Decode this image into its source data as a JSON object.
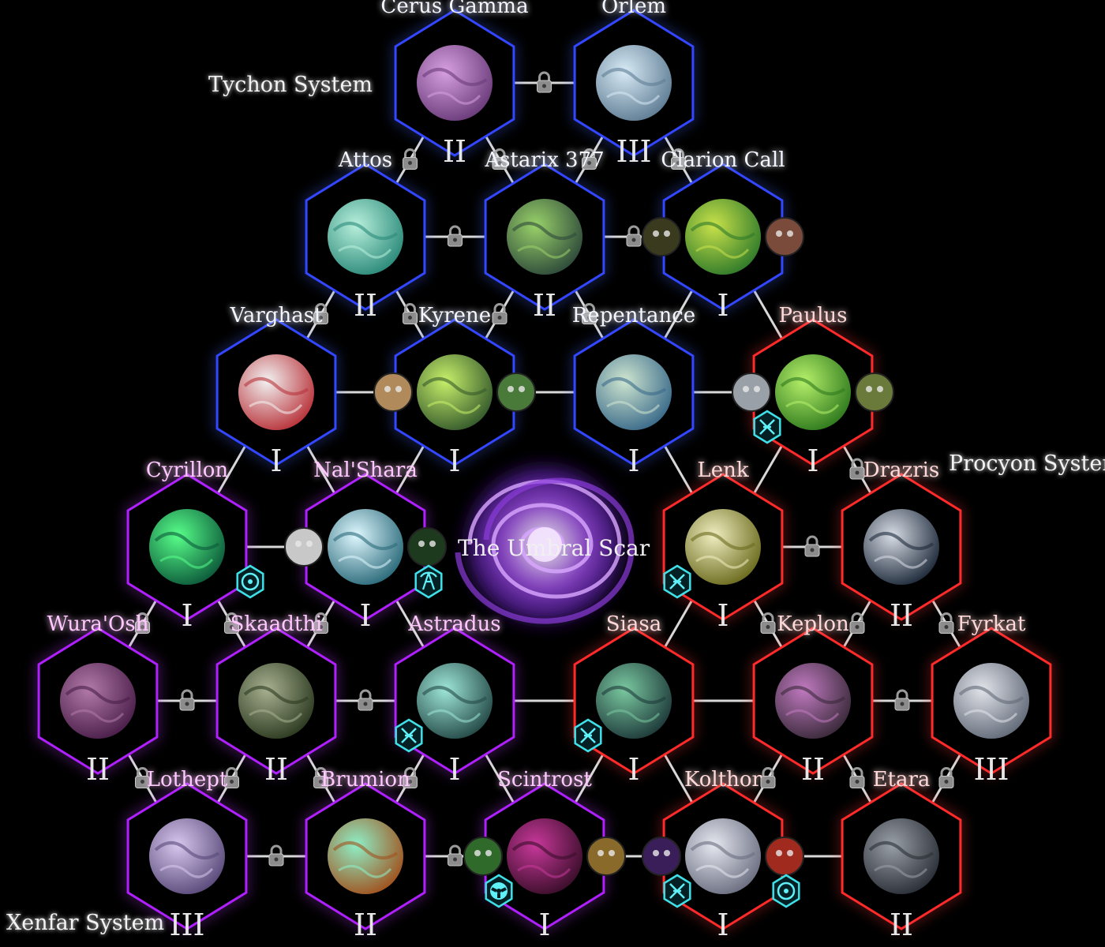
{
  "systems": [
    {
      "label": "Tychon System"
    },
    {
      "label": "Procyon System"
    },
    {
      "label": "Xenfar System"
    }
  ],
  "anomaly": {
    "label": "The Umbral Scar"
  },
  "factions": {
    "tychon": {
      "color": "#3247ff",
      "glow": "#4a6bff",
      "text": "#f4f6ff"
    },
    "procyon": {
      "color": "#ff2a2a",
      "glow": "#ff3b3b",
      "text": "#ffd8d8"
    },
    "xenfar": {
      "color": "#b020ff",
      "glow": "#c040ff",
      "text": "#ffc8ff"
    }
  },
  "planets": [
    {
      "id": "cerus-gamma",
      "name": "Cerus Gamma",
      "tier": "II",
      "faction": "tychon",
      "colors": [
        "#d7a0e0",
        "#6a3b7a"
      ]
    },
    {
      "id": "orlem",
      "name": "Orlem",
      "tier": "III",
      "faction": "tychon",
      "colors": [
        "#d8eaf5",
        "#5f7d94"
      ]
    },
    {
      "id": "attos",
      "name": "Attos",
      "tier": "II",
      "faction": "tychon",
      "colors": [
        "#b8f0dc",
        "#2c8a7a"
      ]
    },
    {
      "id": "astarix-377",
      "name": "Astarix 377",
      "tier": "II",
      "faction": "tychon",
      "colors": [
        "#9ad26a",
        "#2e4a3a"
      ]
    },
    {
      "id": "clarion-call",
      "name": "Clarion Call",
      "tier": "I",
      "faction": "tychon",
      "colors": [
        "#c9e24a",
        "#2f7a2a"
      ]
    },
    {
      "id": "varghast",
      "name": "Varghast",
      "tier": "I",
      "faction": "tychon",
      "colors": [
        "#f2f2f2",
        "#b8333a"
      ]
    },
    {
      "id": "kyrene",
      "name": "Kyrene",
      "tier": "I",
      "faction": "tychon",
      "colors": [
        "#c8f06a",
        "#355a2c"
      ]
    },
    {
      "id": "repentance",
      "name": "Repentance",
      "tier": "I",
      "faction": "tychon",
      "colors": [
        "#cfe6d0",
        "#3a6a8a"
      ]
    },
    {
      "id": "paulus",
      "name": "Paulus",
      "tier": "I",
      "faction": "procyon",
      "colors": [
        "#b6f06a",
        "#2f7a1e"
      ]
    },
    {
      "id": "cyrillon",
      "name": "Cyrillon",
      "tier": "I",
      "faction": "xenfar",
      "colors": [
        "#58ff8a",
        "#0c5a3a"
      ]
    },
    {
      "id": "nal-shara",
      "name": "Nal'Shara",
      "tier": "I",
      "faction": "xenfar",
      "colors": [
        "#dff8ff",
        "#2b6a7a"
      ]
    },
    {
      "id": "lenk",
      "name": "Lenk",
      "tier": "I",
      "faction": "procyon",
      "colors": [
        "#f0eec0",
        "#6b6b1e"
      ]
    },
    {
      "id": "drazris",
      "name": "Drazris",
      "tier": "II",
      "faction": "procyon",
      "colors": [
        "#d8dde6",
        "#1e2a3a"
      ]
    },
    {
      "id": "wura-osh",
      "name": "Wura'Osh",
      "tier": "II",
      "faction": "xenfar",
      "colors": [
        "#b27aa8",
        "#4a1e4a"
      ]
    },
    {
      "id": "skaadthi",
      "name": "Skaadthi",
      "tier": "II",
      "faction": "xenfar",
      "colors": [
        "#a8b090",
        "#2c3a20"
      ]
    },
    {
      "id": "astradus",
      "name": "Astradus",
      "tier": "I",
      "faction": "xenfar",
      "colors": [
        "#9ee6d8",
        "#254a48"
      ]
    },
    {
      "id": "siasa",
      "name": "Siasa",
      "tier": "I",
      "faction": "procyon",
      "colors": [
        "#7ac8a0",
        "#1e3a3a"
      ]
    },
    {
      "id": "keplon",
      "name": "Keplon",
      "tier": "II",
      "faction": "procyon",
      "colors": [
        "#c07ac0",
        "#3a2a3a"
      ]
    },
    {
      "id": "fyrkat",
      "name": "Fyrkat",
      "tier": "III",
      "faction": "procyon",
      "colors": [
        "#e2e4ea",
        "#626a78"
      ]
    },
    {
      "id": "lothept",
      "name": "Lothept",
      "tier": "III",
      "faction": "xenfar",
      "colors": [
        "#d8c8ee",
        "#5a4a7a"
      ]
    },
    {
      "id": "brumion",
      "name": "Brumion",
      "tier": "II",
      "faction": "xenfar",
      "colors": [
        "#8ef0c8",
        "#a0521e"
      ]
    },
    {
      "id": "scintrost",
      "name": "Scintrost",
      "tier": "I",
      "faction": "xenfar",
      "colors": [
        "#c8389a",
        "#3a0e2a"
      ]
    },
    {
      "id": "kolthor",
      "name": "Kolthor",
      "tier": "I",
      "faction": "procyon",
      "colors": [
        "#e6e8f0",
        "#6a6e80"
      ]
    },
    {
      "id": "etara",
      "name": "Etara",
      "tier": "II",
      "faction": "procyon",
      "colors": [
        "#9aa0a8",
        "#2a2e36"
      ]
    }
  ],
  "links": [
    {
      "a": "cerus-gamma",
      "b": "orlem",
      "locked": true
    },
    {
      "a": "cerus-gamma",
      "b": "attos",
      "locked": true
    },
    {
      "a": "cerus-gamma",
      "b": "astarix-377",
      "locked": true
    },
    {
      "a": "orlem",
      "b": "astarix-377",
      "locked": true
    },
    {
      "a": "orlem",
      "b": "clarion-call",
      "locked": true
    },
    {
      "a": "attos",
      "b": "astarix-377",
      "locked": true
    },
    {
      "a": "astarix-377",
      "b": "clarion-call",
      "locked": true
    },
    {
      "a": "attos",
      "b": "varghast",
      "locked": true
    },
    {
      "a": "attos",
      "b": "kyrene",
      "locked": true
    },
    {
      "a": "astarix-377",
      "b": "kyrene",
      "locked": true
    },
    {
      "a": "astarix-377",
      "b": "repentance",
      "locked": true
    },
    {
      "a": "clarion-call",
      "b": "repentance",
      "locked": false
    },
    {
      "a": "clarion-call",
      "b": "paulus",
      "locked": false
    },
    {
      "a": "varghast",
      "b": "kyrene",
      "locked": false
    },
    {
      "a": "kyrene",
      "b": "repentance",
      "locked": false
    },
    {
      "a": "repentance",
      "b": "paulus",
      "locked": false
    },
    {
      "a": "varghast",
      "b": "cyrillon",
      "locked": false
    },
    {
      "a": "varghast",
      "b": "nal-shara",
      "locked": false
    },
    {
      "a": "kyrene",
      "b": "nal-shara",
      "locked": false
    },
    {
      "a": "repentance",
      "b": "lenk",
      "locked": false
    },
    {
      "a": "paulus",
      "b": "lenk",
      "locked": false
    },
    {
      "a": "paulus",
      "b": "drazris",
      "locked": true
    },
    {
      "a": "cyrillon",
      "b": "nal-shara",
      "locked": false
    },
    {
      "a": "lenk",
      "b": "drazris",
      "locked": true
    },
    {
      "a": "cyrillon",
      "b": "wura-osh",
      "locked": true
    },
    {
      "a": "cyrillon",
      "b": "skaadthi",
      "locked": true
    },
    {
      "a": "nal-shara",
      "b": "skaadthi",
      "locked": true
    },
    {
      "a": "nal-shara",
      "b": "astradus",
      "locked": false
    },
    {
      "a": "lenk",
      "b": "siasa",
      "locked": false
    },
    {
      "a": "lenk",
      "b": "keplon",
      "locked": true
    },
    {
      "a": "drazris",
      "b": "keplon",
      "locked": true
    },
    {
      "a": "drazris",
      "b": "fyrkat",
      "locked": true
    },
    {
      "a": "wura-osh",
      "b": "skaadthi",
      "locked": true
    },
    {
      "a": "skaadthi",
      "b": "astradus",
      "locked": true
    },
    {
      "a": "astradus",
      "b": "siasa",
      "locked": false
    },
    {
      "a": "siasa",
      "b": "keplon",
      "locked": false
    },
    {
      "a": "keplon",
      "b": "fyrkat",
      "locked": true
    },
    {
      "a": "wura-osh",
      "b": "lothept",
      "locked": true
    },
    {
      "a": "skaadthi",
      "b": "lothept",
      "locked": true
    },
    {
      "a": "skaadthi",
      "b": "brumion",
      "locked": true
    },
    {
      "a": "astradus",
      "b": "brumion",
      "locked": true
    },
    {
      "a": "astradus",
      "b": "scintrost",
      "locked": false
    },
    {
      "a": "siasa",
      "b": "scintrost",
      "locked": false
    },
    {
      "a": "siasa",
      "b": "kolthor",
      "locked": false
    },
    {
      "a": "keplon",
      "b": "kolthor",
      "locked": true
    },
    {
      "a": "keplon",
      "b": "etara",
      "locked": true
    },
    {
      "a": "fyrkat",
      "b": "etara",
      "locked": true
    },
    {
      "a": "lothept",
      "b": "brumion",
      "locked": true
    },
    {
      "a": "brumion",
      "b": "scintrost",
      "locked": true
    },
    {
      "a": "scintrost",
      "b": "kolthor",
      "locked": false
    },
    {
      "a": "kolthor",
      "b": "etara",
      "locked": false
    }
  ],
  "markers": [
    {
      "planet": "paulus",
      "icon": "dna-icon",
      "side": "bl"
    },
    {
      "planet": "lenk",
      "icon": "dna-icon",
      "side": "bl"
    },
    {
      "planet": "astradus",
      "icon": "dna-icon",
      "side": "bl"
    },
    {
      "planet": "siasa",
      "icon": "dna-icon",
      "side": "bl"
    },
    {
      "planet": "kolthor",
      "icon": "dna-icon",
      "side": "bl"
    },
    {
      "planet": "cyrillon",
      "icon": "target-icon",
      "side": "br"
    },
    {
      "planet": "kolthor",
      "icon": "target-icon",
      "side": "br"
    },
    {
      "planet": "nal-shara",
      "icon": "relay-tower-icon",
      "side": "br"
    },
    {
      "planet": "scintrost",
      "icon": "radiation-icon",
      "side": "bl"
    }
  ],
  "units": [
    {
      "planet": "clarion-call",
      "icon": "ork-warboss-icon",
      "side": "left"
    },
    {
      "planet": "clarion-call",
      "icon": "space-wolf-icon",
      "side": "right"
    },
    {
      "planet": "kyrene",
      "icon": "tyranid-icon",
      "side": "left"
    },
    {
      "planet": "kyrene",
      "icon": "guardsman-icon",
      "side": "right"
    },
    {
      "planet": "paulus",
      "icon": "marine-helmet-icon",
      "side": "left"
    },
    {
      "planet": "paulus",
      "icon": "ork-vehicle-icon",
      "side": "right"
    },
    {
      "planet": "nal-shara",
      "icon": "necron-skull-icon",
      "side": "left"
    },
    {
      "planet": "nal-shara",
      "icon": "dark-angel-icon",
      "side": "right"
    },
    {
      "planet": "scintrost",
      "icon": "ork-boy-icon",
      "side": "left"
    },
    {
      "planet": "scintrost",
      "icon": "blood-bowl-icon",
      "side": "right"
    },
    {
      "planet": "kolthor",
      "icon": "drukhari-icon",
      "side": "left"
    },
    {
      "planet": "kolthor",
      "icon": "blood-angel-icon",
      "side": "right"
    }
  ]
}
